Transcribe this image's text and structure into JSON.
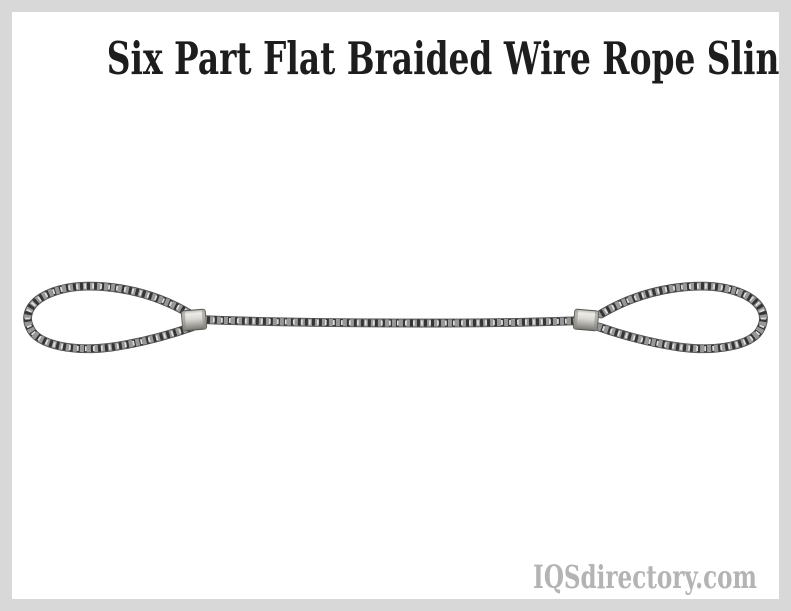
{
  "page": {
    "title": "Six Part Flat Braided Wire Rope Sling",
    "watermark": "IQSdirectory.com"
  },
  "illustration": {
    "alt": "Six part flat braided wire rope sling with a braided eye loop and a metal ferrule at each end, connected by a straight braided wire rope"
  },
  "colors": {
    "frame_border": "#d8d8d8",
    "background": "#ffffff",
    "title_text": "#1d1d1d",
    "watermark_text": "#b4b4b4",
    "rope_edge": "#4a4a4a",
    "rope_body": "#989898",
    "rope_dark_braid": "#353535",
    "rope_light_braid": "#dedede",
    "ferrule_highlight": "#edece8",
    "ferrule_shadow": "#76756f"
  }
}
